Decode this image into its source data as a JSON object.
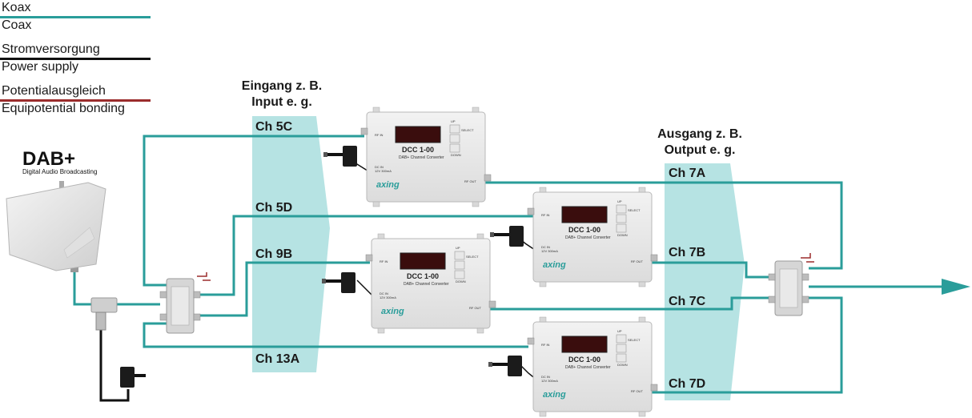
{
  "legend": [
    {
      "de": "Koax",
      "en": "Coax",
      "color": "#2a9d9a"
    },
    {
      "de": "Stromversorgung",
      "en": "Power supply",
      "color": "#111111"
    },
    {
      "de": "Potentialausgleich",
      "en": "Equipotential bonding",
      "color": "#9b2c2c"
    }
  ],
  "input": {
    "title_line1": "Eingang z. B.",
    "title_line2": "Input e. g.",
    "channels": [
      "Ch 5C",
      "Ch 5D",
      "Ch 9B",
      "Ch 13A"
    ]
  },
  "output": {
    "title_line1": "Ausgang z. B.",
    "title_line2": "Output e. g.",
    "channels": [
      "Ch 7A",
      "Ch 7B",
      "Ch 7C",
      "Ch 7D"
    ]
  },
  "dab": {
    "logo": "DAB+",
    "subtitle": "Digital Audio Broadcasting"
  },
  "converter": {
    "name": "DCC 1-00",
    "subtitle": "DAB+ Channel Converter",
    "brand": "axing",
    "rf_in": "RF IN",
    "rf_out": "RF OUT",
    "dc_in": "DC IN",
    "dc_spec": "12V 300mA",
    "select": "SELECT",
    "up": "UP",
    "down": "DOWN"
  },
  "colors": {
    "coax": "#2a9d9a",
    "power": "#111111",
    "bonding": "#9b2c2c",
    "band": "#a9dede"
  }
}
